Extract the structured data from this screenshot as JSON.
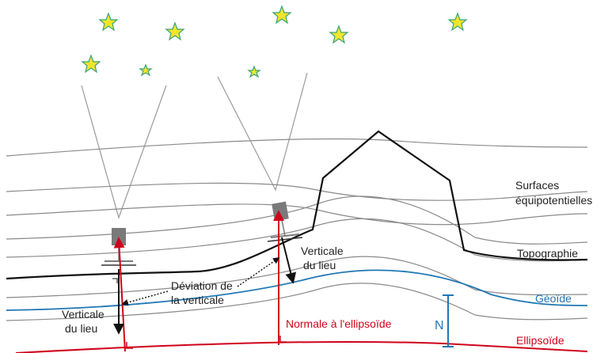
{
  "labels": {
    "surfaces_line1": "Surfaces",
    "surfaces_line2": "équipotentielles",
    "topographie": "Topographie",
    "geoide": "Géoïde",
    "ellipsoide": "Ellipsoïde",
    "normale": "Normale à l'ellipsoïde",
    "verticale_left_1": "Verticale",
    "verticale_left_2": "du lieu",
    "verticale_right_1": "Verticale",
    "verticale_right_2": "du lieu",
    "deviation_1": "Déviation de",
    "deviation_2": "la verticale",
    "n_label": "N"
  },
  "colors": {
    "equipotential": "#8a8a8a",
    "topography": "#111111",
    "geoid": "#1f77b4",
    "ellipsoid": "#d0021b",
    "star_fill": "#f3e62a",
    "star_stroke": "#3aa37a",
    "instrument": "#7a7a7a"
  }
}
